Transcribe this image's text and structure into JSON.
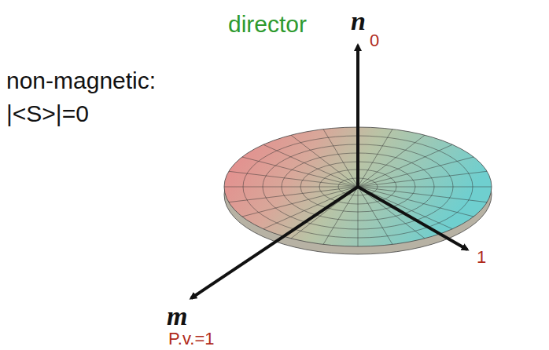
{
  "diagram": {
    "labels": [
      "director",
      "n",
      "0",
      "non-magnetic:",
      "|<S>|=0",
      "m",
      "P.v.=1",
      "1"
    ]
  }
}
